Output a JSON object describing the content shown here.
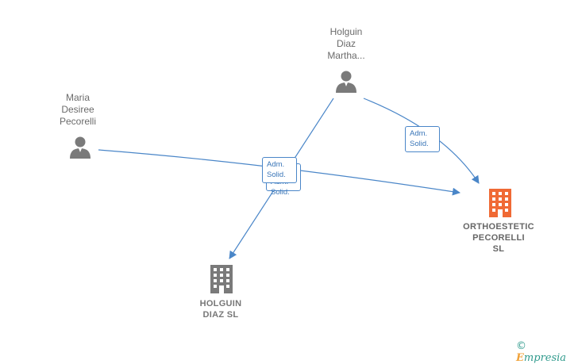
{
  "nodes": {
    "holguin_martha": {
      "label": "Holguin\nDiaz\nMartha..."
    },
    "maria_desiree": {
      "label": "Maria\nDesiree\nPecorelli"
    },
    "orthoestetic": {
      "label": "ORTHOESTETIC\nPECORELLI\nSL"
    },
    "holguin_diaz_sl": {
      "label": "HOLGUIN\nDIAZ  SL"
    }
  },
  "edge_labels": {
    "martha_to_ortho": "Adm.\nSolid.",
    "center_front": "Adm.\nSolid.",
    "center_back": "Adm.\nSolid."
  },
  "colors": {
    "person": "#7a7a7a",
    "company": "#7a7a7a",
    "company_highlight": "#f06a35",
    "edge": "#4a86c8"
  },
  "brand": {
    "copyright": "©",
    "e": "E",
    "rest": "mpresia"
  }
}
